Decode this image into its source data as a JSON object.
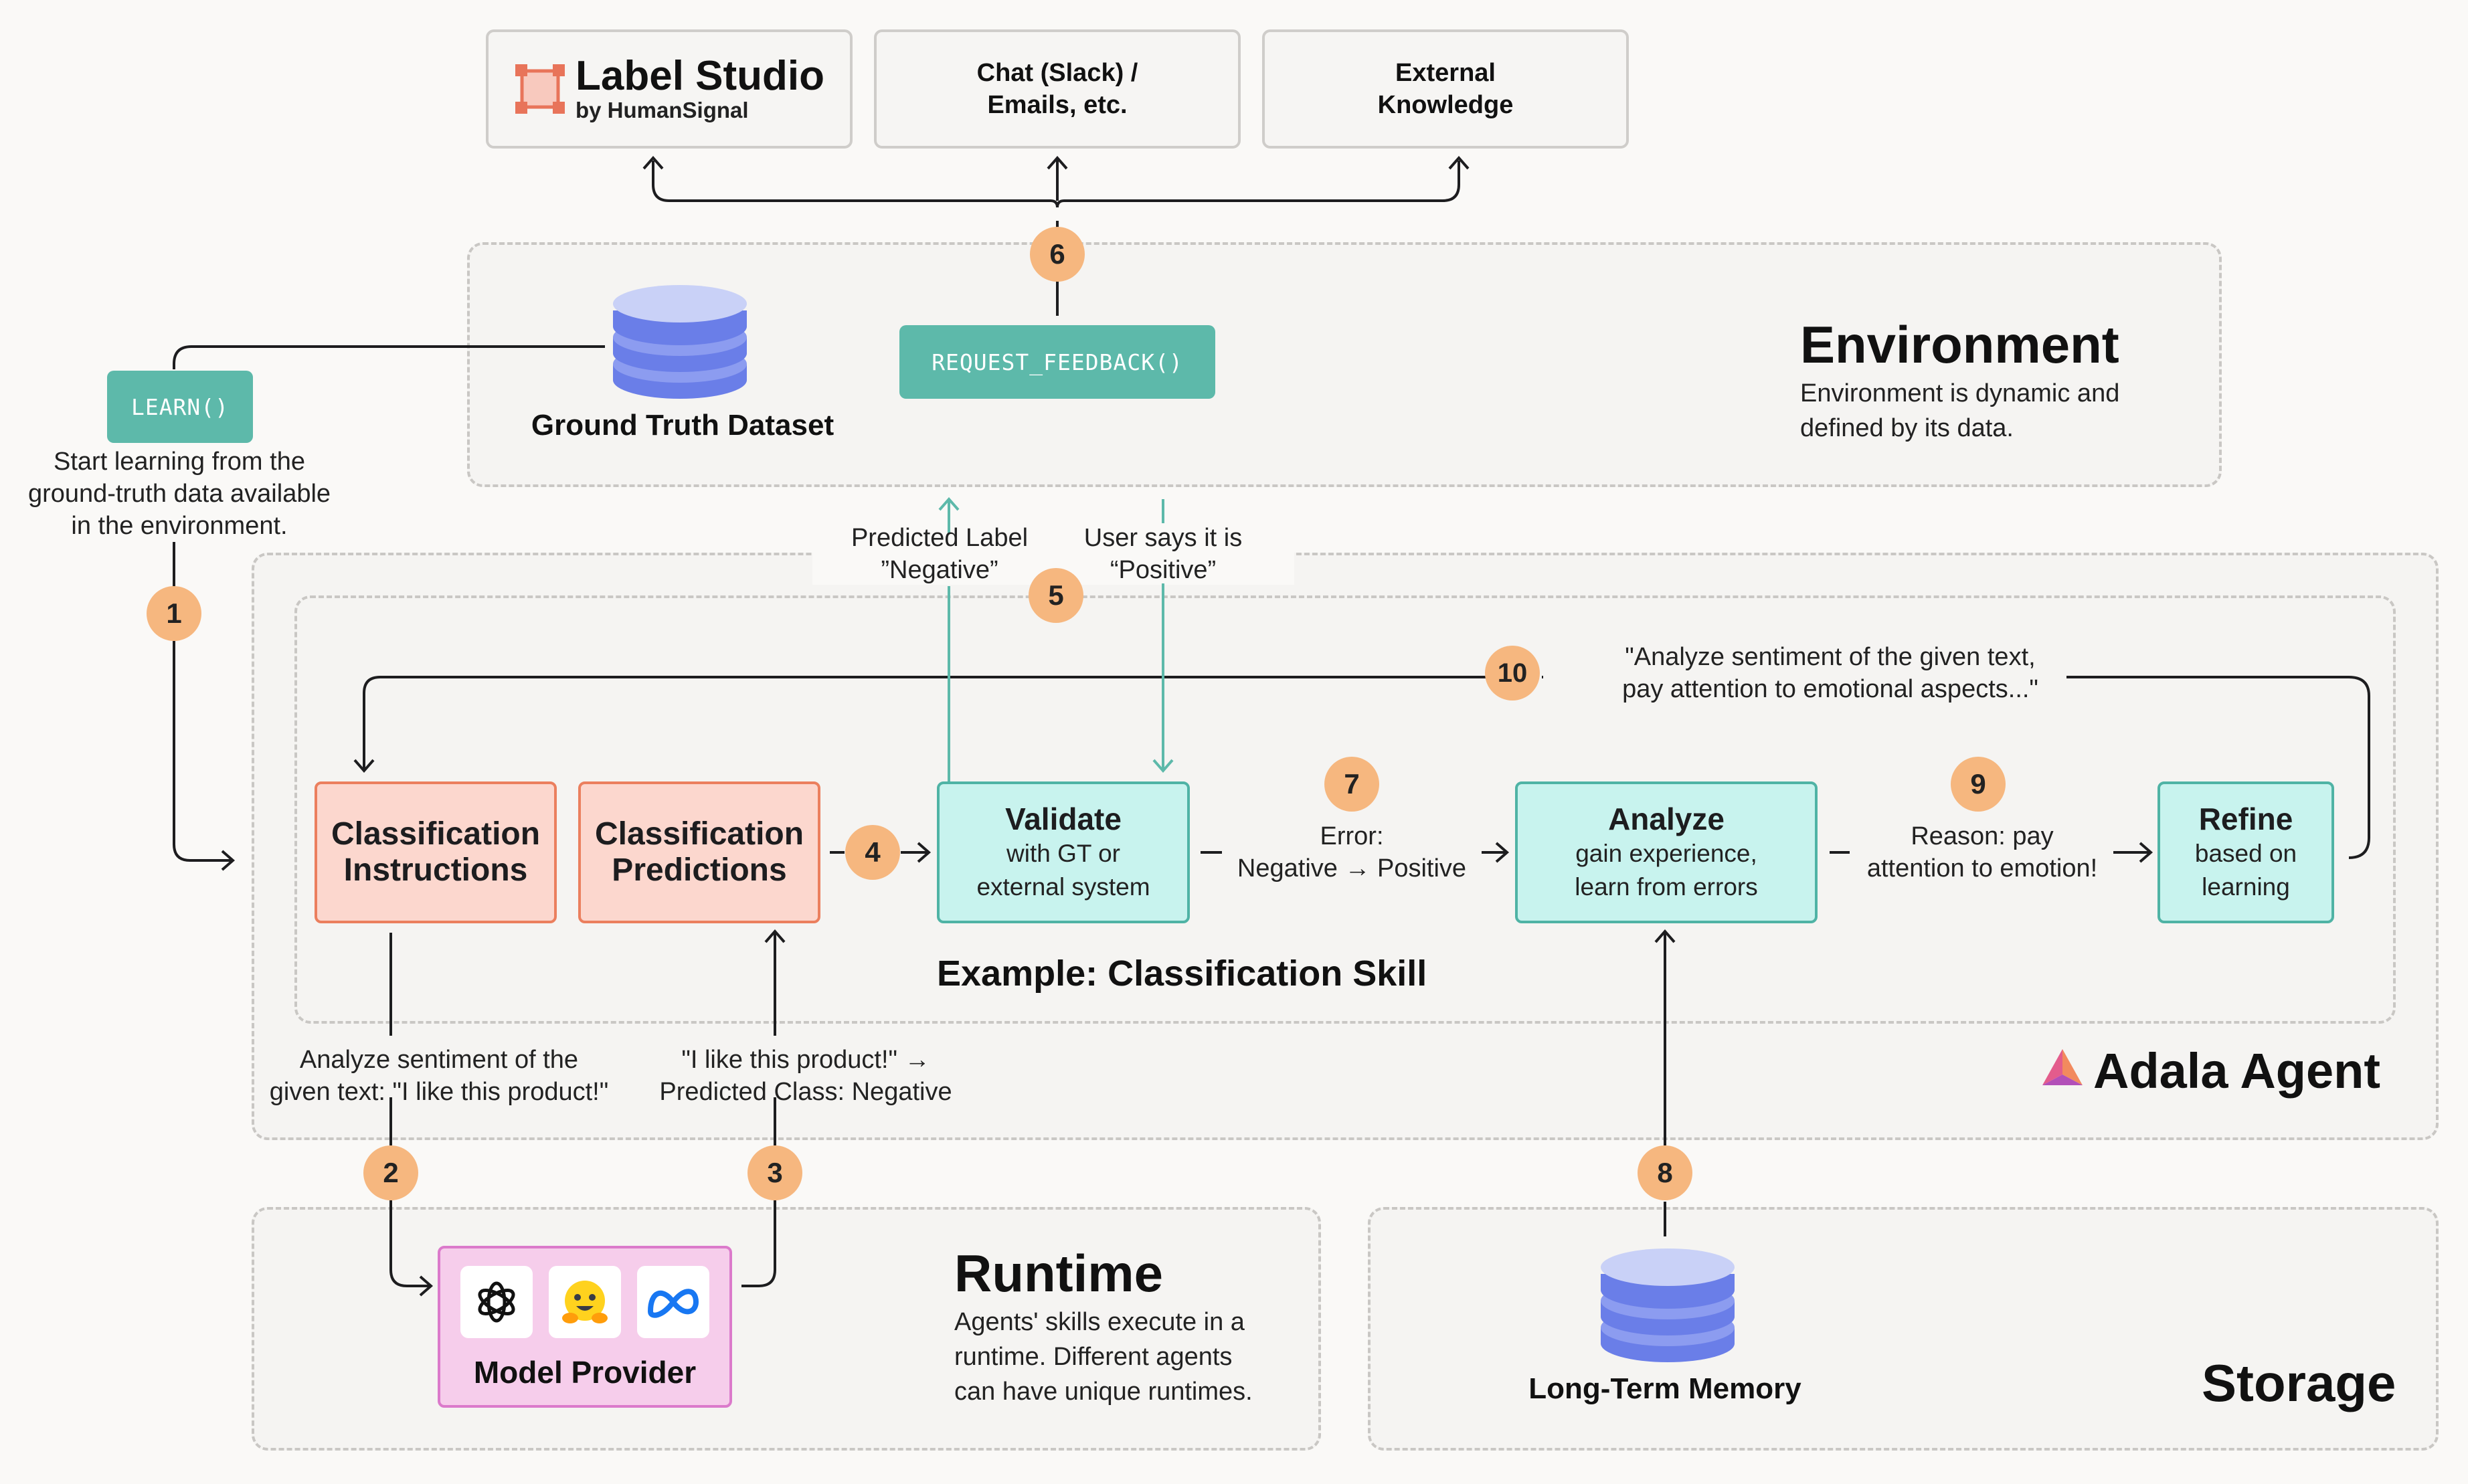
{
  "top_boxes": {
    "label_studio": {
      "name": "Label Studio",
      "sub": "by HumanSignal"
    },
    "chat": {
      "line1": "Chat (Slack) /",
      "line2": "Emails, etc."
    },
    "external": {
      "line1": "External",
      "line2": "Knowledge"
    }
  },
  "environment": {
    "title": "Environment",
    "desc1": "Environment is dynamic and",
    "desc2": "defined by its data.",
    "dataset_label": "Ground Truth Dataset",
    "request_feedback": "REQUEST_FEEDBACK()"
  },
  "learn": {
    "code": "LEARN()",
    "line1": "Start learning from the",
    "line2": "ground-truth data available",
    "line3": "in the environment."
  },
  "feedback_labels": {
    "predicted1": "Predicted Label",
    "predicted2": "”Negative”",
    "user1": "User says it is",
    "user2": "“Positive”"
  },
  "skill": {
    "title": "Example: Classification Skill",
    "instructions1": "Classification",
    "instructions2": "Instructions",
    "predictions1": "Classification",
    "predictions2": "Predictions",
    "validate_h": "Validate",
    "validate_s1": "with GT or",
    "validate_s2": "external system",
    "error1": "Error:",
    "error2": "Negative → Positive",
    "analyze_h": "Analyze",
    "analyze_s1": "gain experience,",
    "analyze_s2": "learn from errors",
    "reason1": "Reason: pay",
    "reason2": "attention to emotion!",
    "refine_h": "Refine",
    "refine_s1": "based on",
    "refine_s2": "learning",
    "refined1": "\"Analyze sentiment of the given text,",
    "refined2": "pay attention to emotional aspects...\""
  },
  "agent": {
    "name": "Adala Agent"
  },
  "runtime_labels": {
    "analyze1": "Analyze sentiment of the",
    "analyze2": "given text: \"I like this product!\"",
    "like1": "\"I like this product!\" →",
    "like2": "Predicted Class: Negative"
  },
  "runtime": {
    "title": "Runtime",
    "desc1": "Agents' skills execute in a",
    "desc2": "runtime. Different agents",
    "desc3": "can have unique runtimes.",
    "provider": "Model Provider",
    "icons": [
      "openai-icon",
      "huggingface-icon",
      "meta-icon"
    ]
  },
  "storage": {
    "title": "Storage",
    "memory_label": "Long-Term Memory"
  },
  "badges": [
    "1",
    "2",
    "3",
    "4",
    "5",
    "6",
    "7",
    "8",
    "9",
    "10"
  ],
  "colors": {
    "teal": "#5DB9AA",
    "orange_badge": "#F6B77F",
    "pink": "#FCD7CE",
    "db_blue": "#6A7EE8"
  }
}
